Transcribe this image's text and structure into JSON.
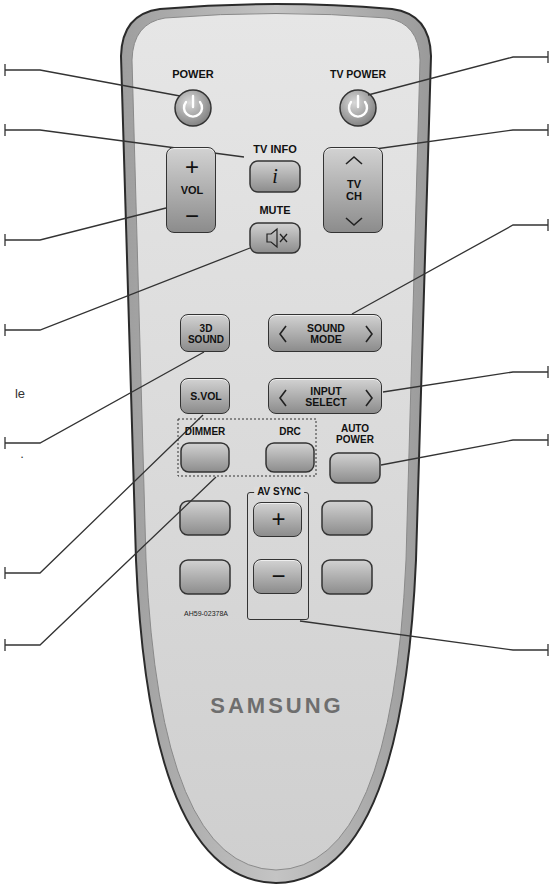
{
  "diagram": {
    "nodes": [
      {
        "text": [
          "POWER"
        ]
      },
      {
        "text": [
          "TV POWER"
        ]
      },
      {
        "text": [
          "TV INFO",
          "i"
        ]
      },
      {
        "text": [
          "+",
          "VOL",
          "−"
        ]
      },
      {
        "text": [
          "TV CH"
        ]
      },
      {
        "text": [
          "MUTE"
        ]
      },
      {
        "text": [
          "3D SOUND"
        ]
      },
      {
        "text": [
          "SOUND MODE"
        ]
      },
      {
        "text": [
          "S.VOL"
        ]
      },
      {
        "text": [
          "INPUT SELECT"
        ]
      },
      {
        "text": [
          "DIMMER"
        ]
      },
      {
        "text": [
          "DRC"
        ]
      },
      {
        "text": [
          "AUTO POWER"
        ]
      },
      {
        "text": [
          "AV SYNC"
        ]
      },
      {
        "text": [
          "+"
        ],
        "in": 13
      },
      {
        "text": [
          "−"
        ],
        "in": 13
      }
    ],
    "edges": [],
    "labels": [
      "le",
      ".",
      "AH59-02378A",
      "SAMSUNG"
    ]
  }
}
